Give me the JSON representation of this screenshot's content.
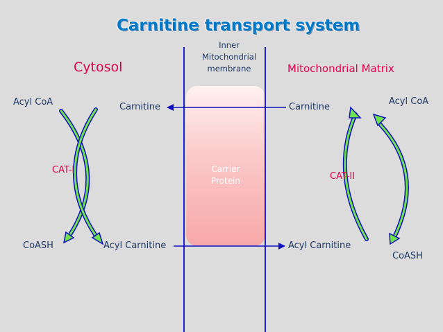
{
  "title": "Carnitine transport system",
  "regions": {
    "cytosol": "Cytosol",
    "membrane": [
      "Inner",
      "Mitochondrial",
      "membrane"
    ],
    "matrix": "Mitochondrial Matrix"
  },
  "carrier": [
    "Carrier",
    "Protein"
  ],
  "cytosol_side": {
    "acyl_coa": "Acyl CoA",
    "carnitine": "Carnitine",
    "enzyme": "CAT-I",
    "coash": "CoASH",
    "acyl_carnitine": "Acyl Carnitine"
  },
  "matrix_side": {
    "carnitine": "Carnitine",
    "acyl_coa": "Acyl CoA",
    "enzyme": "CAT-II",
    "acyl_carnitine": "Acyl Carnitine",
    "coash": "CoASH"
  },
  "colors": {
    "background": "#dcdcdc",
    "membrane_line": "#1f1fd6",
    "arrow_blue": "#1010c0",
    "arrow_green": "#6ee24a",
    "label_red": "#e0004d",
    "label_dark": "#1f3864",
    "title_blue": "#0078c8"
  }
}
